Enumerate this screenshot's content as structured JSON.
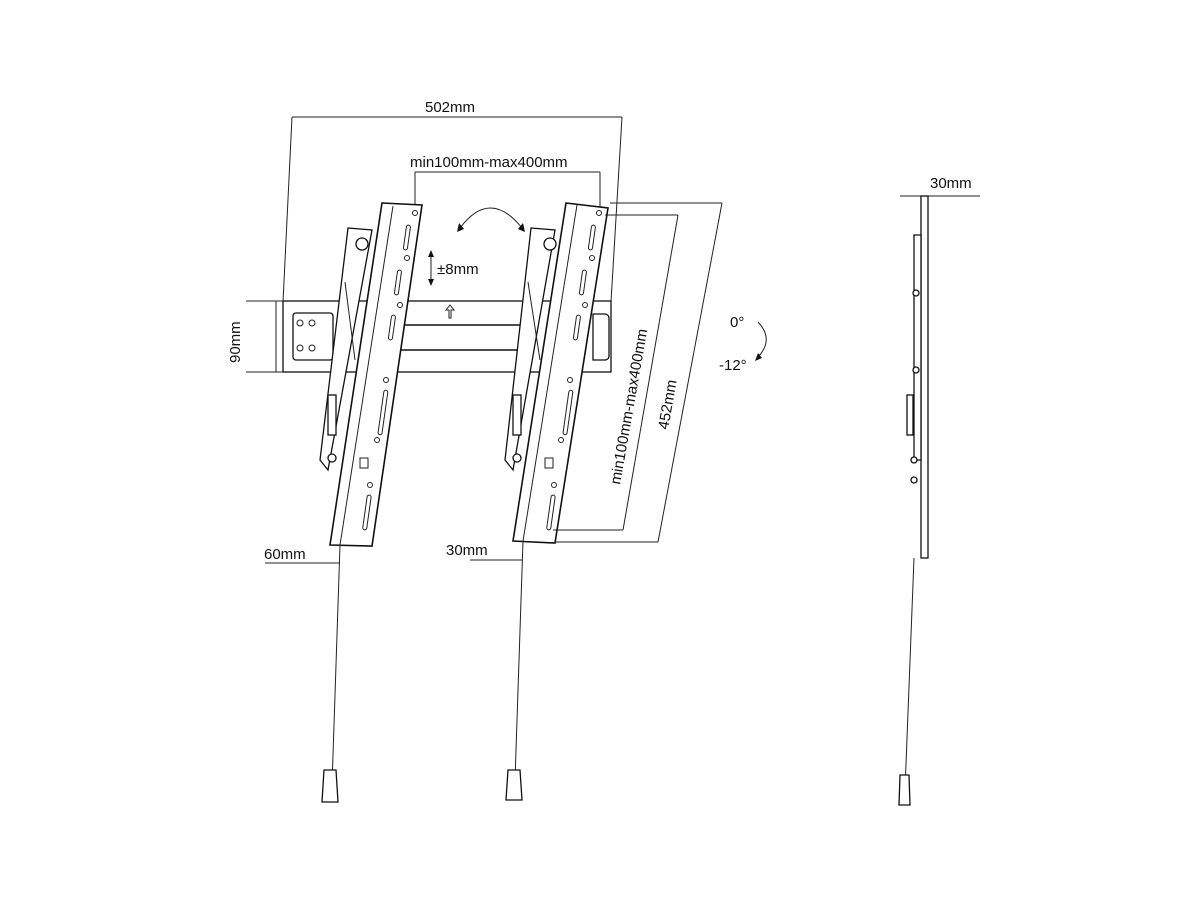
{
  "diagram": {
    "front_view": {
      "overall_width": "502mm",
      "vesa_horizontal": "min100mm-max400mm",
      "vertical_adjust": "±8mm",
      "plate_height": "90mm",
      "vesa_vertical": "min100mm-max400mm",
      "arm_length": "452mm",
      "arm_depth_left": "60mm",
      "arm_depth_right": "30mm"
    },
    "tilt": {
      "max": "0°",
      "min": "-12°"
    },
    "side_view": {
      "wall_distance": "30mm"
    }
  }
}
